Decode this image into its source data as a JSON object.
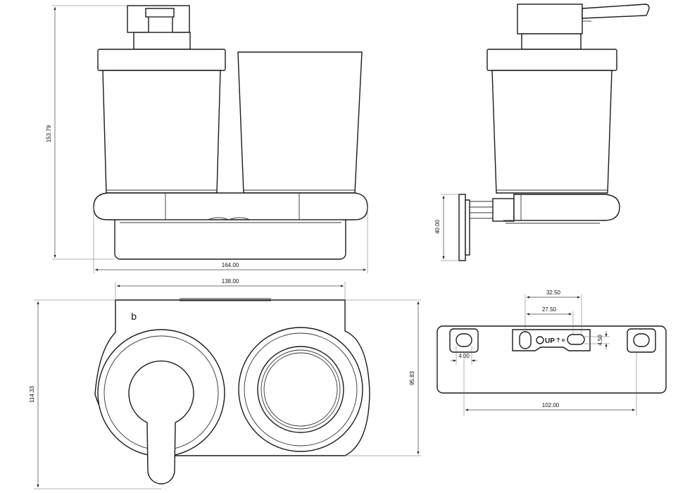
{
  "dimensions": {
    "height_total": "153.79",
    "width_base": "164.00",
    "wall_depth": "40.00",
    "top_width": "138.00",
    "top_depth": "114.33",
    "cup_ring_depth": "95.83",
    "slot_outer": "32.50",
    "slot_inner": "27.50",
    "slot_height": "4.50",
    "edge_offset": "4.00",
    "hole_spacing": "102.00"
  },
  "labels": {
    "up": "UP",
    "logo": "b"
  },
  "colors": {
    "line": "#1a1a1a",
    "background": "#ffffff"
  }
}
